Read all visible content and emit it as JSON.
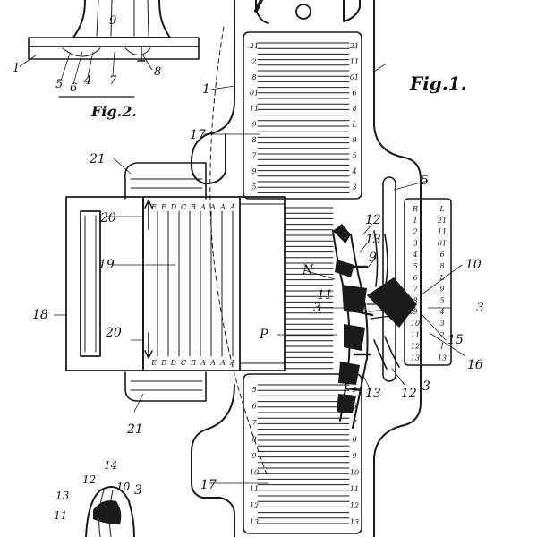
{
  "figures": {
    "fig1_caption": "Fig.1.",
    "fig2_caption": "Fig.2."
  },
  "colors": {
    "ink": "#1a1a1a",
    "paper": "#ffffff"
  },
  "labels": {
    "n1_top": "1",
    "n1_fig2": "1",
    "n3_left": "3",
    "n3_right": "3",
    "n3_lower": "3",
    "n3_fig3": "3",
    "n4": "4",
    "n5_fig2": "5",
    "n5": "5",
    "n6": "6",
    "n7": "7",
    "n8": "8",
    "n9_fig2": "9",
    "n9": "9",
    "n10": "10",
    "n10_fig3": "10",
    "n11": "11",
    "n11_fig3": "11",
    "n12": "12",
    "n12_lower": "12",
    "n12_fig3": "12",
    "n13": "13",
    "n13_lower": "13",
    "n13_fig3": "13",
    "n14_fig3": "14",
    "n15": "15",
    "n16": "16",
    "n17_top": "17",
    "n17_bottom": "17",
    "n18": "18",
    "n19": "19",
    "n20_top": "20",
    "n20_bottom": "20",
    "n21_top": "21",
    "n21_bottom": "21",
    "N": "N",
    "P": "P"
  },
  "scales": {
    "upper_left": [
      "21",
      "2",
      "8",
      "01",
      "11",
      "9",
      "8",
      "7",
      "9",
      "5"
    ],
    "upper_right": [
      "21",
      "11",
      "01",
      "6",
      "8",
      "L",
      "9",
      "5",
      "4",
      "3"
    ],
    "lower_left": [
      "5",
      "6",
      "7",
      "8",
      "9",
      "10",
      "11",
      "12",
      "13"
    ],
    "lower_right": [
      "5",
      "6",
      "7",
      "8",
      "9",
      "10",
      "11",
      "12",
      "13"
    ],
    "side_left": [
      "R",
      "1",
      "2",
      "3",
      "4",
      "5",
      "6",
      "7",
      "8",
      "9",
      "10",
      "11",
      "12",
      "13"
    ],
    "side_right": [
      "L",
      "21",
      "11",
      "01",
      "6",
      "8",
      "L",
      "9",
      "5",
      "4",
      "3",
      "2",
      "1",
      "13"
    ],
    "slide_top_letters": [
      "E",
      "E",
      "D",
      "C",
      "B",
      "A",
      "A",
      "A",
      "A"
    ],
    "slide_bottom_letters": [
      "E",
      "E",
      "D",
      "C",
      "B",
      "A",
      "A",
      "A",
      "A"
    ]
  }
}
